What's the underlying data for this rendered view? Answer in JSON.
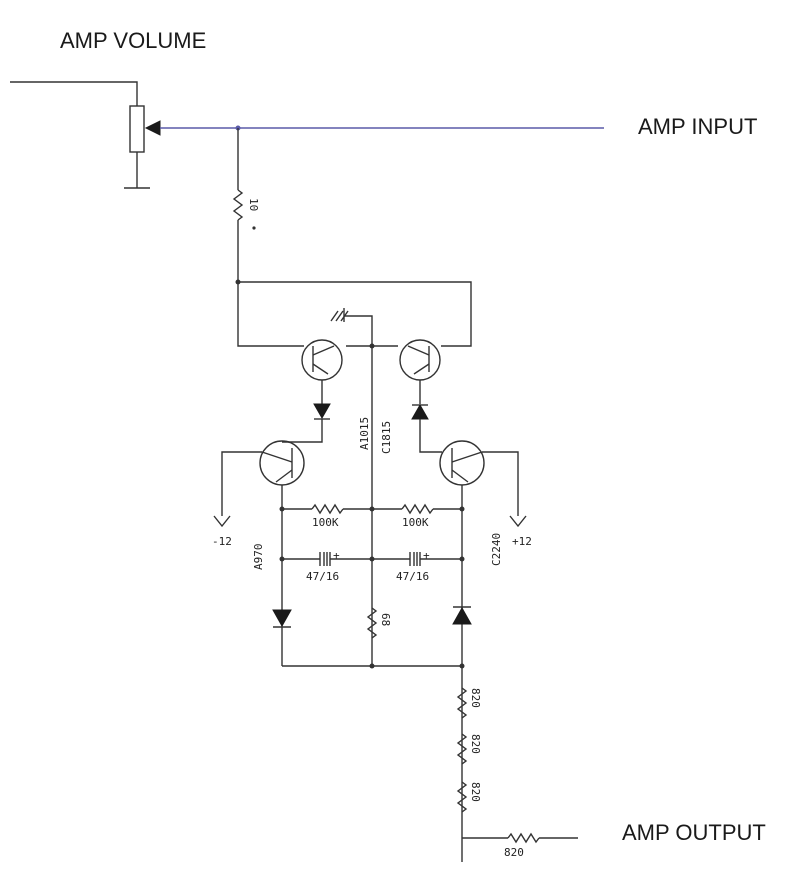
{
  "labels": {
    "amp_volume": "AMP VOLUME",
    "amp_input": "AMP INPUT",
    "amp_output": "AMP OUTPUT"
  },
  "components": {
    "r_input": "10",
    "q1": "A1015",
    "q2": "C1815",
    "q3": "A970",
    "q4": "C2240",
    "supply_neg": "-12",
    "supply_pos": "+12",
    "r_left_100k": "100K",
    "r_right_100k": "100K",
    "c_left": "47/16",
    "c_right": "47/16",
    "r_center": "68",
    "r_out_1": "820",
    "r_out_2": "820",
    "r_out_3": "820",
    "r_out_4": "820"
  }
}
